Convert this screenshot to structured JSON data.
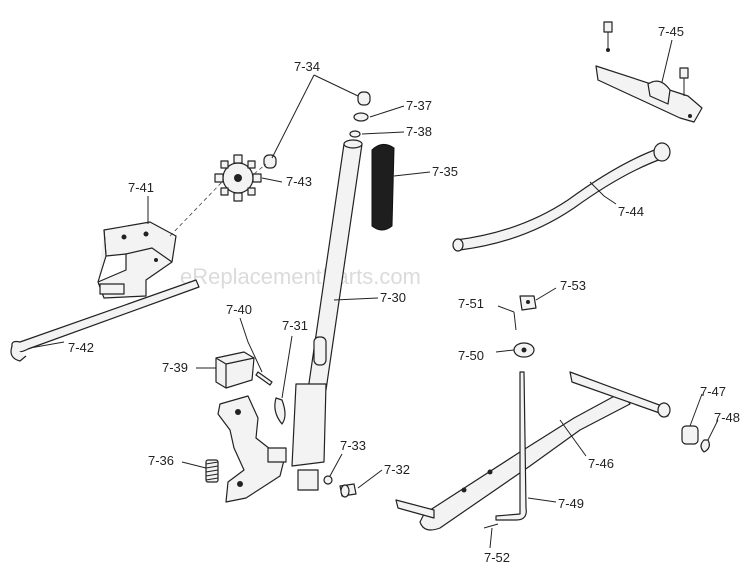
{
  "watermark": "eReplacementParts.com",
  "labels": [
    {
      "id": "7-34",
      "text": "7-34"
    },
    {
      "id": "7-37",
      "text": "7-37"
    },
    {
      "id": "7-38",
      "text": "7-38"
    },
    {
      "id": "7-35",
      "text": "7-35"
    },
    {
      "id": "7-43",
      "text": "7-43"
    },
    {
      "id": "7-41",
      "text": "7-41"
    },
    {
      "id": "7-42",
      "text": "7-42"
    },
    {
      "id": "7-40",
      "text": "7-40"
    },
    {
      "id": "7-31",
      "text": "7-31"
    },
    {
      "id": "7-30",
      "text": "7-30"
    },
    {
      "id": "7-39",
      "text": "7-39"
    },
    {
      "id": "7-36",
      "text": "7-36"
    },
    {
      "id": "7-33",
      "text": "7-33"
    },
    {
      "id": "7-32",
      "text": "7-32"
    },
    {
      "id": "7-45",
      "text": "7-45"
    },
    {
      "id": "7-44",
      "text": "7-44"
    },
    {
      "id": "7-51",
      "text": "7-51"
    },
    {
      "id": "7-53",
      "text": "7-53"
    },
    {
      "id": "7-50",
      "text": "7-50"
    },
    {
      "id": "7-47",
      "text": "7-47"
    },
    {
      "id": "7-48",
      "text": "7-48"
    },
    {
      "id": "7-46",
      "text": "7-46"
    },
    {
      "id": "7-49",
      "text": "7-49"
    },
    {
      "id": "7-52",
      "text": "7-52"
    }
  ]
}
